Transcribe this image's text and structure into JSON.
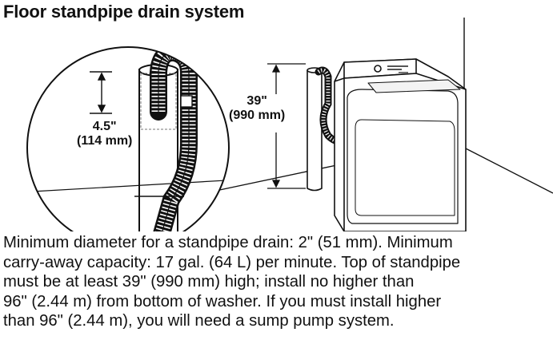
{
  "title": "Floor standpipe drain system",
  "labels": {
    "detail_height_in": "4.5\"",
    "detail_height_mm": "(114 mm)",
    "standpipe_height_in": "39\"",
    "standpipe_height_mm": "(990 mm)"
  },
  "caption_lines": [
    "Minimum diameter for a standpipe drain: 2\" (51 mm). Minimum",
    "carry-away capacity: 17 gal. (64 L) per minute. Top of standpipe",
    "must be at least 39\" (990 mm) high; install no higher than",
    "96\" (2.44 m) from bottom of washer. If you must install higher",
    "than 96\" (2.44 m), you will need a sump pump system."
  ]
}
